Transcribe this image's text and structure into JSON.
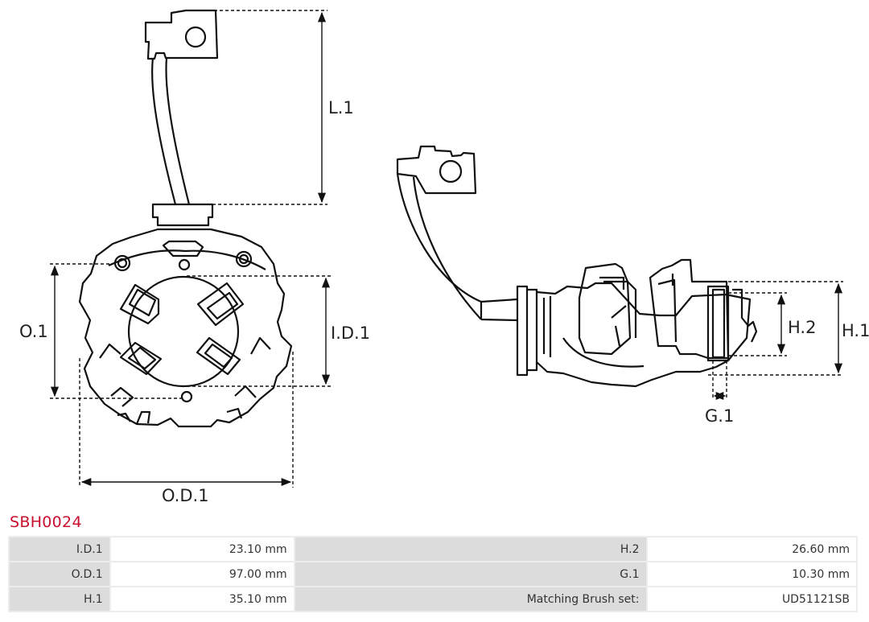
{
  "diagram": {
    "labels": {
      "l1": "L.1",
      "o1": "O.1",
      "id1": "I.D.1",
      "od1": "O.D.1",
      "h2": "H.2",
      "h1": "H.1",
      "g1": "G.1"
    }
  },
  "part": {
    "code": "SBH0024"
  },
  "specs": {
    "rows": [
      [
        {
          "label": "I.D.1",
          "value": "23.10 mm"
        },
        {
          "label": "H.2",
          "value": "26.60 mm"
        }
      ],
      [
        {
          "label": "O.D.1",
          "value": "97.00 mm"
        },
        {
          "label": "G.1",
          "value": "10.30 mm"
        }
      ],
      [
        {
          "label": "H.1",
          "value": "35.10 mm"
        },
        {
          "label": "Matching Brush set:",
          "value": "UD51121SB"
        }
      ]
    ]
  },
  "colors": {
    "title": "#c8102e",
    "label_cell": "#dcdcdc",
    "value_cell": "#ffffff"
  }
}
